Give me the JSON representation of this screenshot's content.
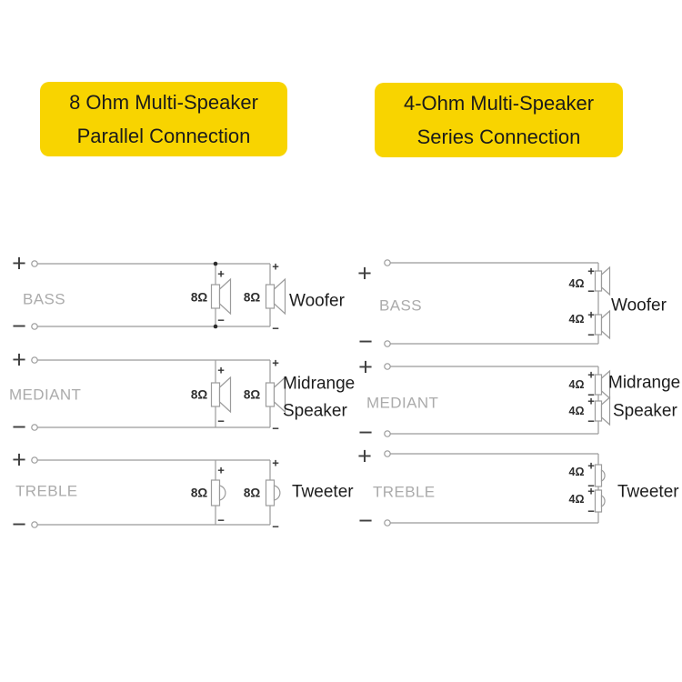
{
  "titles": {
    "left": {
      "line1": "8 Ohm Multi-Speaker",
      "line2": "Parallel Connection"
    },
    "right": {
      "line1": "4-Ohm Multi-Speaker",
      "line2": "Series Connection"
    }
  },
  "colors": {
    "title_bg": "#F8D400",
    "title_text": "#1B1B1B",
    "wire": "#9B9B9B",
    "channel_label": "#ABABAB",
    "speaker_label": "#1C1C1C",
    "polarity_mark": "#333333"
  },
  "glyphs": {
    "plus": "+",
    "minus": "−"
  },
  "left_diagram": {
    "impedance": "8Ω",
    "channels": [
      {
        "name": "BASS",
        "speaker_line1": "Woofer",
        "speaker_line2": ""
      },
      {
        "name": "MEDIANT",
        "speaker_line1": "Midrange",
        "speaker_line2": "Speaker"
      },
      {
        "name": "TREBLE",
        "speaker_line1": "Tweeter",
        "speaker_line2": ""
      }
    ]
  },
  "right_diagram": {
    "impedance": "4Ω",
    "channels": [
      {
        "name": "BASS",
        "speaker_line1": "Woofer",
        "speaker_line2": ""
      },
      {
        "name": "MEDIANT",
        "speaker_line1": "Midrange",
        "speaker_line2": "Speaker"
      },
      {
        "name": "TREBLE",
        "speaker_line1": "Tweeter",
        "speaker_line2": ""
      }
    ]
  }
}
